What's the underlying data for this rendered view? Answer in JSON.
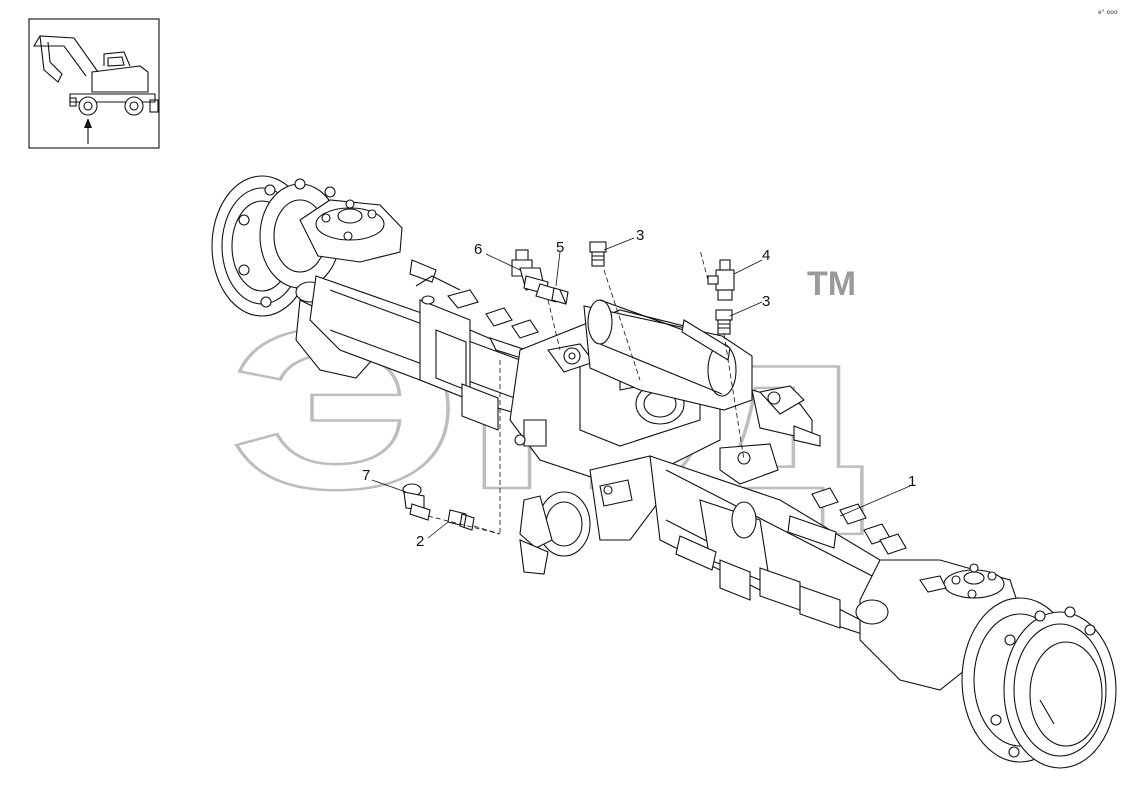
{
  "watermark": {
    "text": "Эпд",
    "trademark": "TM"
  },
  "corner_mark": "e° ooo",
  "callouts": [
    {
      "id": "c1",
      "label": "1"
    },
    {
      "id": "c2",
      "label": "2"
    },
    {
      "id": "c3a",
      "label": "3"
    },
    {
      "id": "c3b",
      "label": "3"
    },
    {
      "id": "c4",
      "label": "4"
    },
    {
      "id": "c5",
      "label": "5"
    },
    {
      "id": "c6",
      "label": "6"
    },
    {
      "id": "c7",
      "label": "7"
    }
  ],
  "colors": {
    "line": "#111111",
    "watermark": "#bdbdbd",
    "background": "#ffffff"
  },
  "icons": {
    "location_view": "excavator-location-icon"
  }
}
